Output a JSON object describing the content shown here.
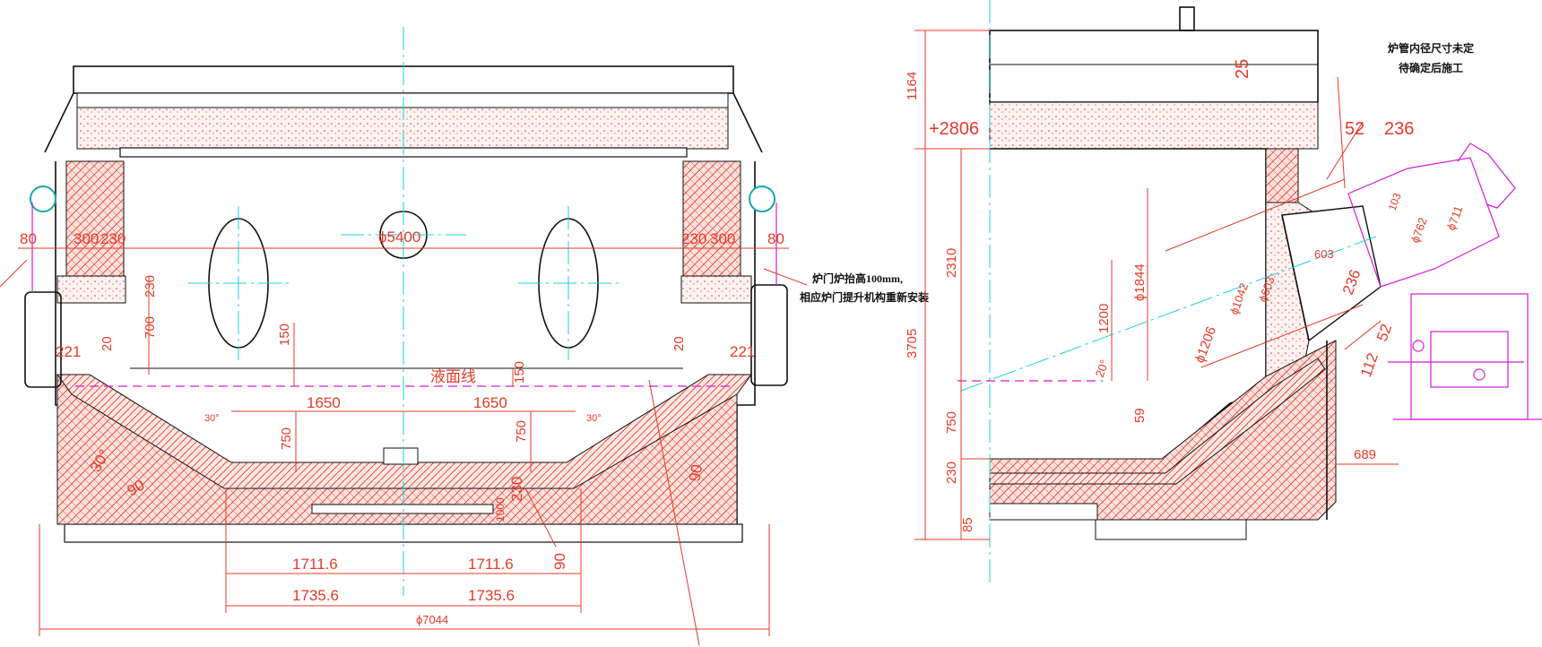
{
  "colors": {
    "dimension": "#e53a2a",
    "outline": "#111111",
    "centerline": "#19d3dd",
    "equipment": "#d61bd6",
    "refractory_fill": "#f6c7c0"
  },
  "left_view": {
    "top_dims": {
      "l_80": "80",
      "l_300": "300",
      "l_230": "230",
      "r_230": "230",
      "r_300": "300",
      "r_80": "80"
    },
    "diameter_5400": "ϕ5400",
    "side_dims": {
      "d230": "230",
      "d700": "700",
      "d150": "150",
      "d20_l": "20",
      "d20_r": "20",
      "d221_l": "221",
      "d221_r": "221",
      "d150_c": "150"
    },
    "liquid_line": "液面线",
    "mid_dims": {
      "d1650_l": "1650",
      "d1650_r": "1650",
      "d750_l": "750",
      "d750_r": "750",
      "d30_l": "30°",
      "d30_r": "30°",
      "d30_big": "30°",
      "d90_l": "90",
      "d90_r": "90",
      "d230_c": "230",
      "d1000": "1000",
      "d90_c": "90"
    },
    "bottom_dims": {
      "d1711_l": "1711.6",
      "d1711_r": "1711.6",
      "d1735_l": "1735.6",
      "d1735_r": "1735.6",
      "d7044": "ϕ7044"
    },
    "note_line1": "炉门炉抬高100mm,",
    "note_line2": "相应炉门提升机构重新安装"
  },
  "right_view": {
    "d1164": "1164",
    "elev_2806": "+2806",
    "d3705": "3705",
    "d2310": "2310",
    "d1200": "1200",
    "d750": "750",
    "d230": "230",
    "d85": "85",
    "d59": "59",
    "d20": "20°",
    "d1844": "ϕ1844",
    "d1206": "ϕ1206",
    "d1042": "ϕ1042",
    "d603": "ϕ603",
    "d603b": "603",
    "d25": "25",
    "d52a": "52",
    "d236a": "236",
    "d52b": "52",
    "d236b": "236",
    "d112": "112",
    "d103": "103",
    "d762": "ϕ762",
    "d711": "ϕ711",
    "d689": "689",
    "note_line1": "炉管内径尺寸未定",
    "note_line2": "待确定后施工"
  }
}
